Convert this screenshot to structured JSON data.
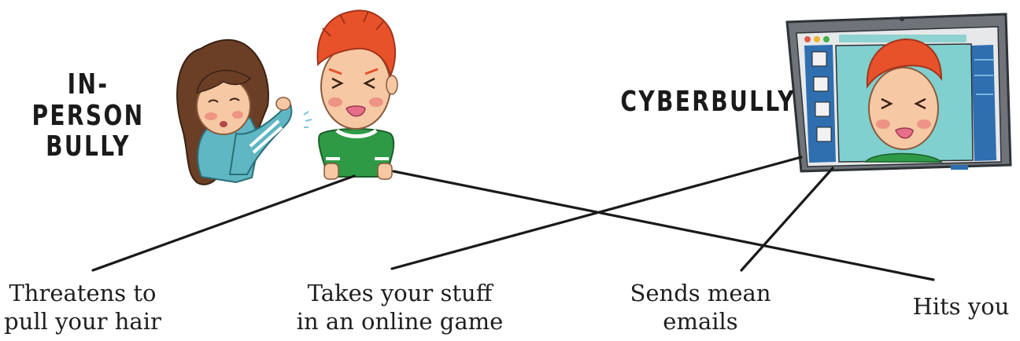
{
  "headings": {
    "in_person": [
      "IN-PERSON",
      "BULLY"
    ],
    "cyber": "CYBERBULLY"
  },
  "labels": {
    "threatens": [
      "Threatens to",
      "pull your hair"
    ],
    "takes_stuff": [
      "Takes your stuff",
      "in an online game"
    ],
    "sends_emails": [
      "Sends mean",
      "emails"
    ],
    "hits": "Hits you"
  },
  "colors": {
    "hair_red": "#e8522a",
    "hair_brown": "#6b3e26",
    "shirt_green": "#2e9a45",
    "sweater_teal": "#5fb7c4",
    "monitor_gray": "#6e747a",
    "screen_teal": "#7fd0cf",
    "sidebar_blue": "#2f6fb0",
    "skin": "#f6c8a4",
    "line": "#1a1a1a"
  },
  "icons": [
    "girl-figure",
    "boy-figure",
    "monitor-icon",
    "avatar-icon"
  ]
}
